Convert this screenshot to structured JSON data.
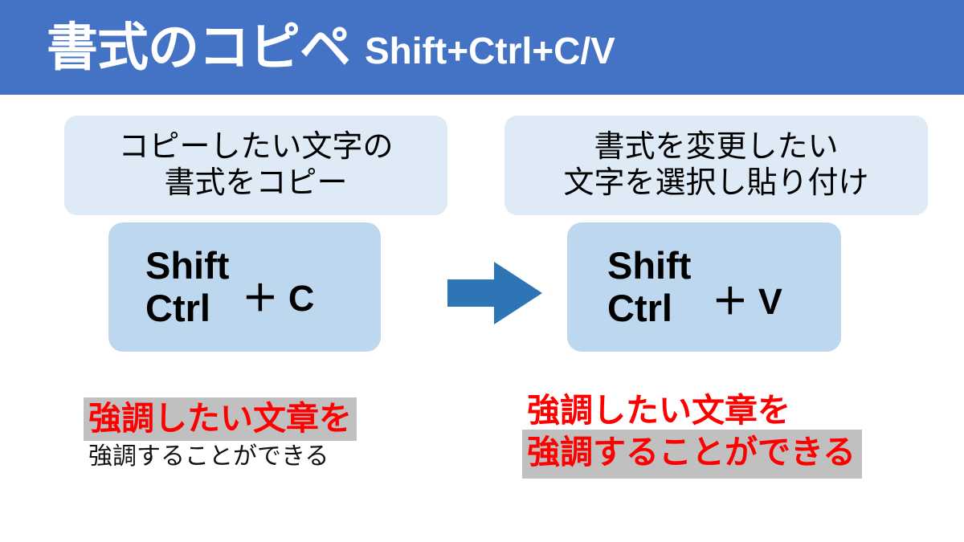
{
  "header": {
    "title_main": "書式のコピペ",
    "title_sub": "Shift+Ctrl+C/V",
    "band_color": "#4472C4",
    "text_color": "#FFFFFF"
  },
  "columns": {
    "left": {
      "caption": {
        "line1": "コピーしたい文字の",
        "line2": "書式をコピー",
        "box_color": "#DEEAF6"
      },
      "keys": {
        "modifier1": "Shift",
        "modifier2": "Ctrl",
        "combo": "＋ C",
        "box_color": "#BDD7EE"
      },
      "sample": {
        "line1": "強調したい文章を",
        "line2": "強調することができる",
        "line1_style": "red-bold-highlighted",
        "line2_style": "black-plain",
        "highlight_color": "#C0C0C0",
        "emphasis_color": "#FF0000"
      }
    },
    "right": {
      "caption": {
        "line1": "書式を変更したい",
        "line2": "文字を選択し貼り付け",
        "box_color": "#DEEAF6"
      },
      "keys": {
        "modifier1": "Shift",
        "modifier2": "Ctrl",
        "combo": "＋ V",
        "box_color": "#BDD7EE"
      },
      "sample": {
        "line1": "強調したい文章を",
        "line2": "強調することができる",
        "line1_style": "red-bold",
        "line2_style": "red-bold-highlighted",
        "highlight_color": "#C0C0C0",
        "emphasis_color": "#FF0000"
      }
    }
  },
  "arrow": {
    "direction": "right",
    "color": "#2E75B6"
  }
}
